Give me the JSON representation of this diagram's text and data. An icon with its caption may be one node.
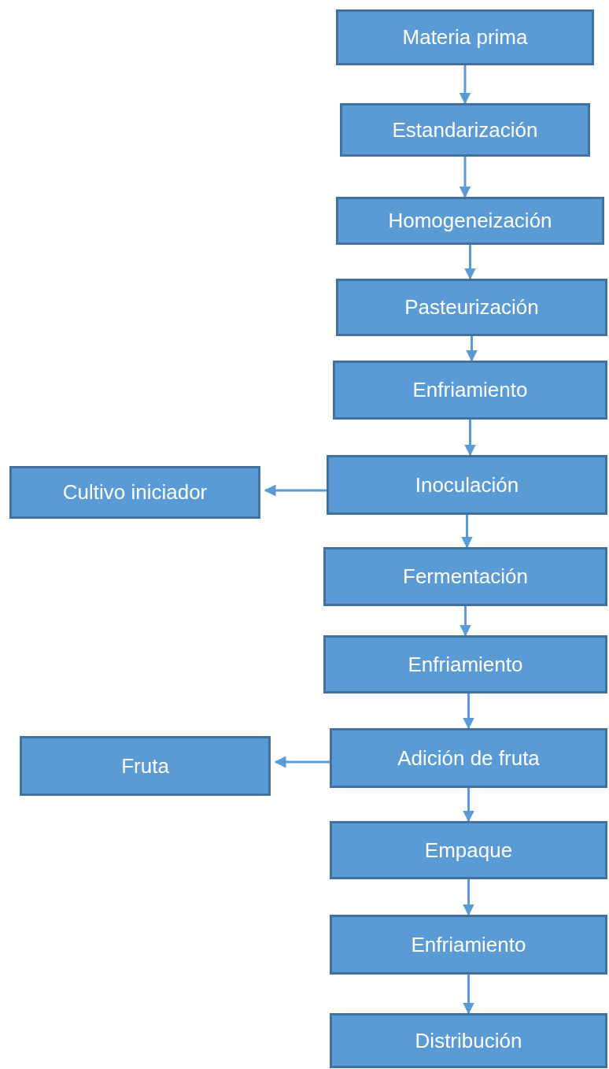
{
  "diagram": {
    "nodes": [
      {
        "text": [
          "Materia prima"
        ]
      },
      {
        "text": [
          "Estandarización"
        ]
      },
      {
        "text": [
          "Homogeneización"
        ]
      },
      {
        "text": [
          "Pasteurización"
        ]
      },
      {
        "text": [
          "Enfriamiento"
        ]
      },
      {
        "text": [
          "Inoculación"
        ]
      },
      {
        "text": [
          "Cultivo iniciador"
        ]
      },
      {
        "text": [
          "Fermentación"
        ]
      },
      {
        "text": [
          "Enfriamiento"
        ]
      },
      {
        "text": [
          "Adición de fruta"
        ]
      },
      {
        "text": [
          "Fruta"
        ]
      },
      {
        "text": [
          "Empaque"
        ]
      },
      {
        "text": [
          "Enfriamiento"
        ]
      },
      {
        "text": [
          "Distribución"
        ]
      }
    ],
    "edges": [
      {
        "from": 0,
        "to": 1,
        "arrow": "to"
      },
      {
        "from": 1,
        "to": 2,
        "arrow": "to"
      },
      {
        "from": 2,
        "to": 3,
        "arrow": "to"
      },
      {
        "from": 3,
        "to": 4,
        "arrow": "to"
      },
      {
        "from": 4,
        "to": 5,
        "arrow": "to"
      },
      {
        "from": 5,
        "to": 6,
        "arrow": "to"
      },
      {
        "from": 5,
        "to": 7,
        "arrow": "to"
      },
      {
        "from": 7,
        "to": 8,
        "arrow": "to"
      },
      {
        "from": 8,
        "to": 9,
        "arrow": "to"
      },
      {
        "from": 9,
        "to": 10,
        "arrow": "to"
      },
      {
        "from": 9,
        "to": 11,
        "arrow": "to"
      },
      {
        "from": 11,
        "to": 12,
        "arrow": "to"
      },
      {
        "from": 12,
        "to": 13,
        "arrow": "to"
      }
    ]
  }
}
